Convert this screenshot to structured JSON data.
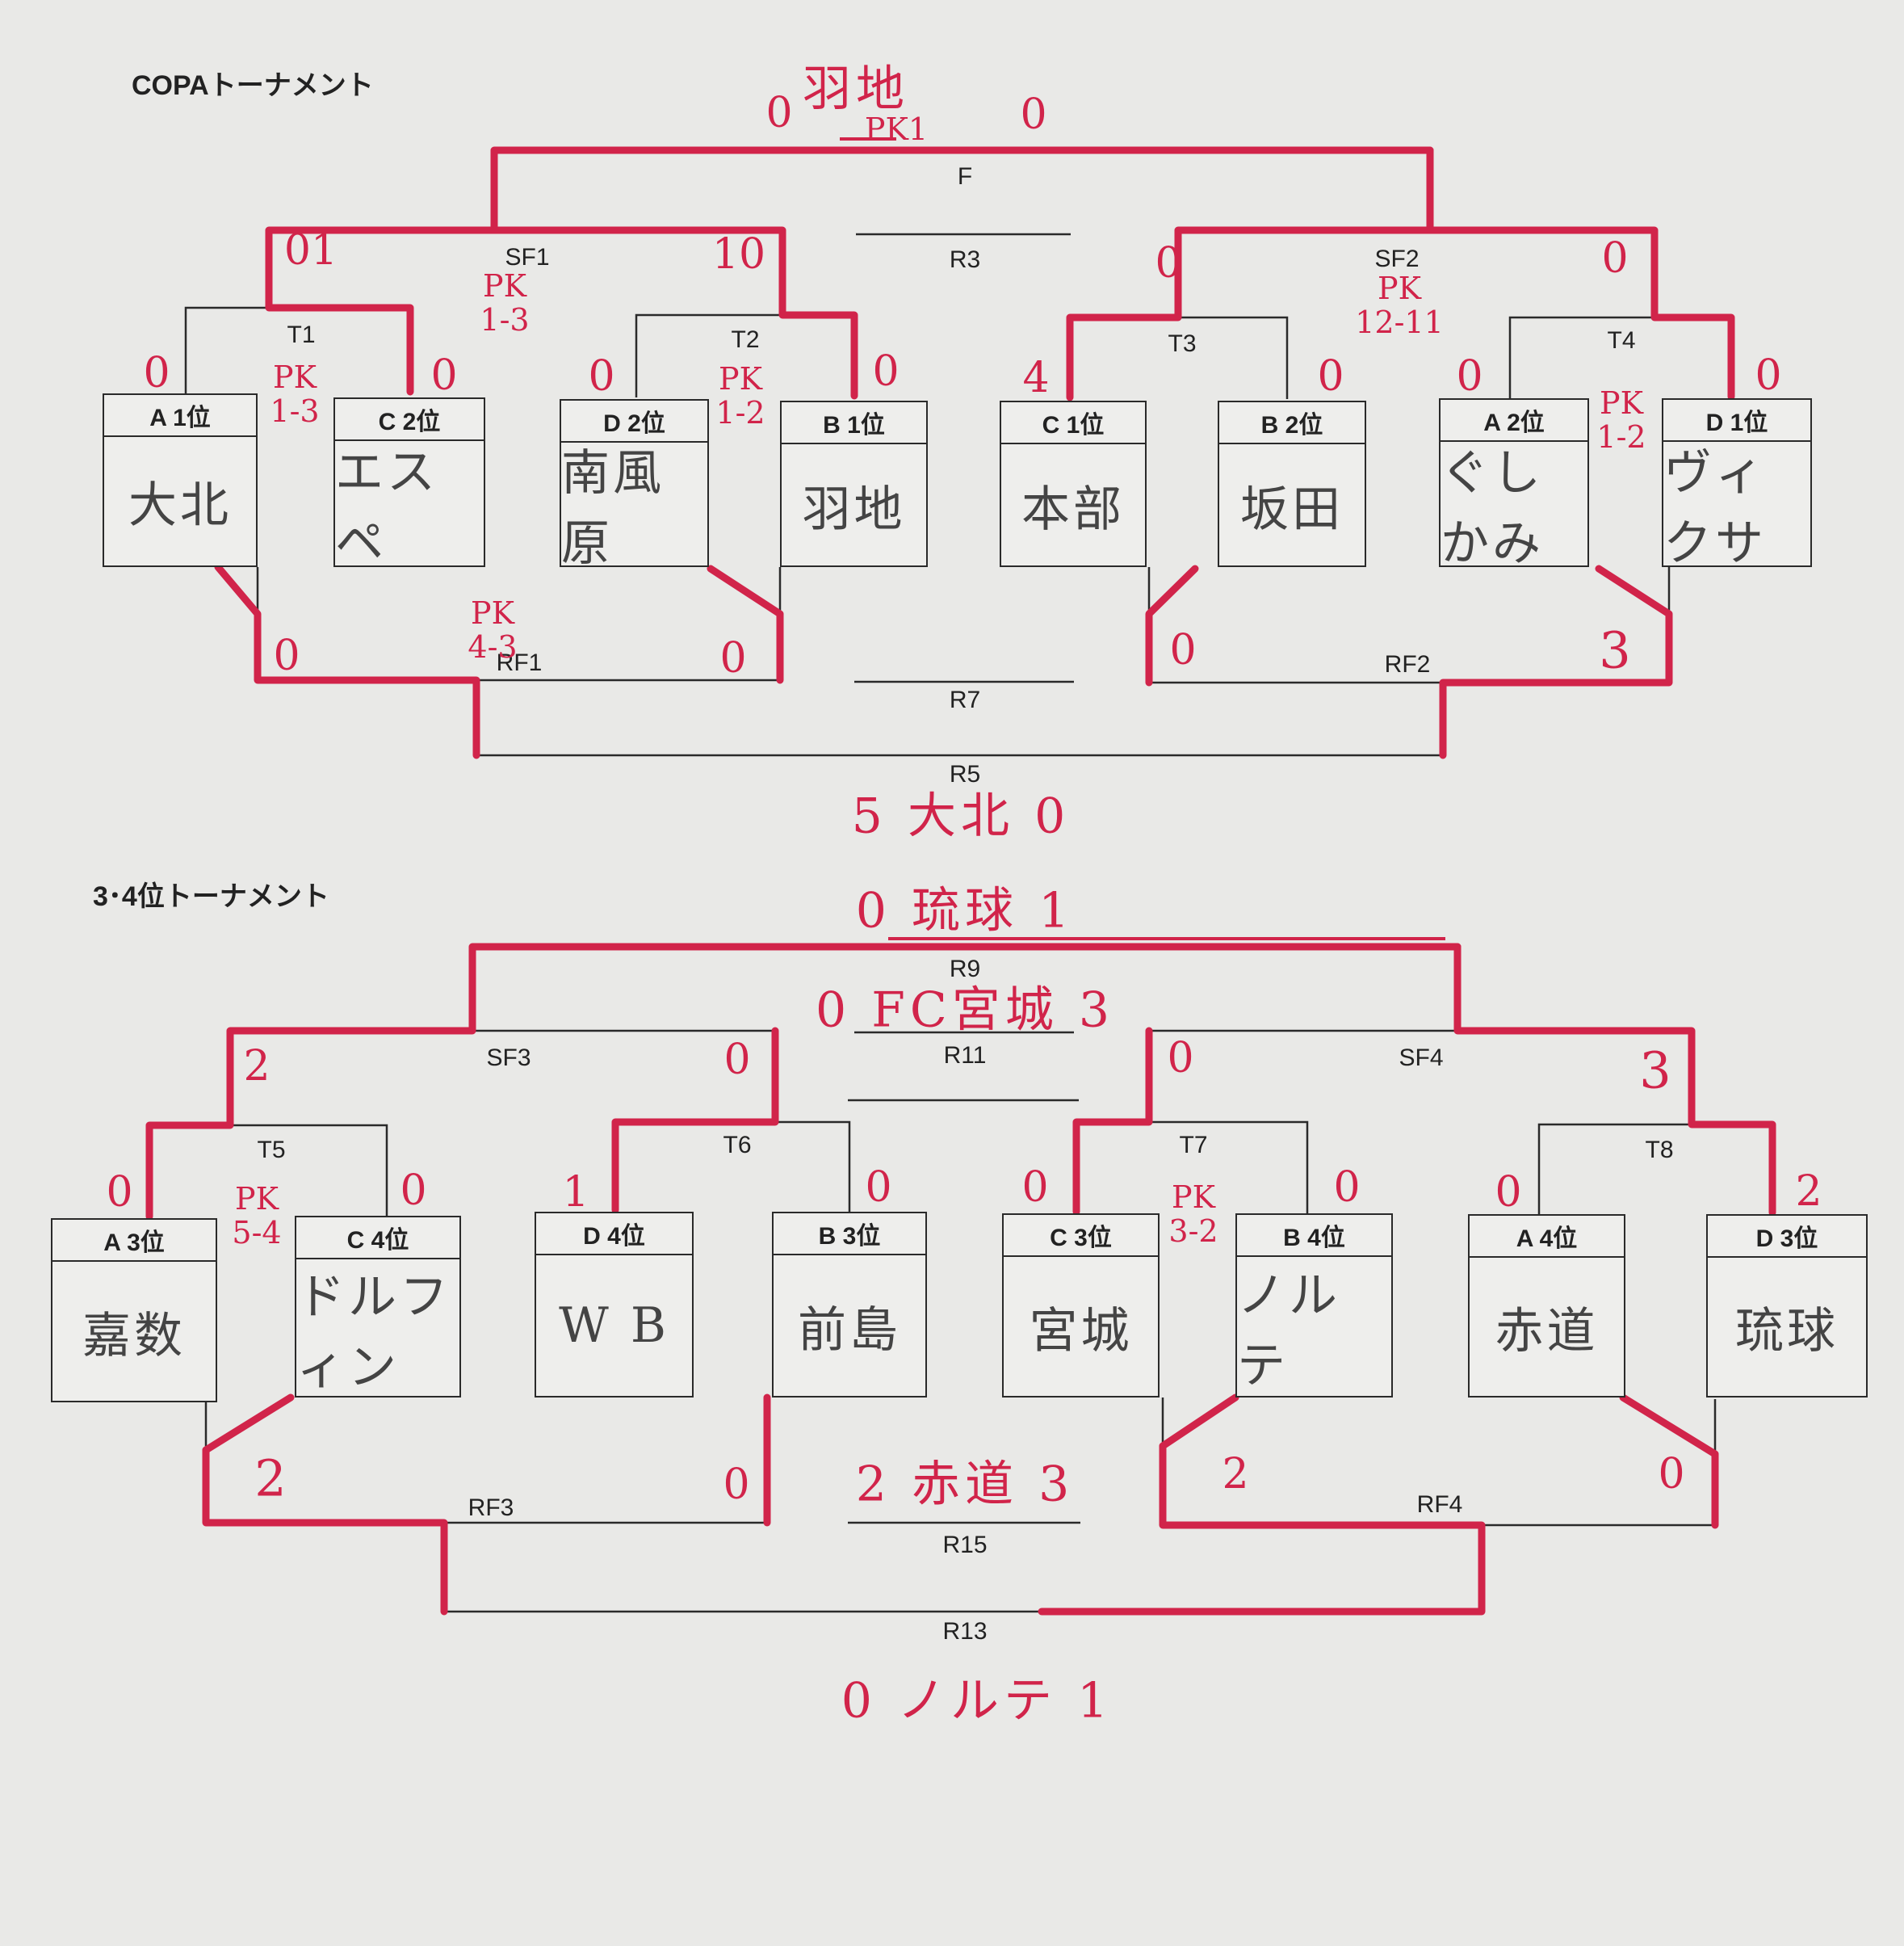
{
  "colors": {
    "paper": "#e9e9e7",
    "ink": "#2a2a2a",
    "marker": "#d1244a"
  },
  "copa": {
    "title": "COPAトーナメント",
    "boxes": [
      {
        "seed": "A 1位",
        "team": "大北"
      },
      {
        "seed": "C 2位",
        "team": "エスペ"
      },
      {
        "seed": "D 2位",
        "team": "南風原"
      },
      {
        "seed": "B 1位",
        "team": "羽地"
      },
      {
        "seed": "C 1位",
        "team": "本部"
      },
      {
        "seed": "B 2位",
        "team": "坂田"
      },
      {
        "seed": "A 2位",
        "team": "ぐしかみ"
      },
      {
        "seed": "D 1位",
        "team": "ヴィクサ"
      }
    ],
    "labels": {
      "F": "F",
      "SF1": "SF1",
      "SF2": "SF2",
      "R3": "R3",
      "T1": "T1",
      "T2": "T2",
      "T3": "T3",
      "T4": "T4",
      "RF1": "RF1",
      "RF2": "RF2",
      "R7": "R7",
      "R5": "R5"
    },
    "scores": {
      "t1_left": "0",
      "t1_right": "0",
      "t1_pk": "PK\n1-3",
      "t2_left": "0",
      "t2_right": "0",
      "t2_pk": "PK\n1-2",
      "t3_left": "4",
      "t3_right": "0",
      "t4_left": "0",
      "t4_right": "0",
      "t4_pk": "PK\n1-2",
      "sf1_left": "01",
      "sf1_right": "10",
      "sf1_pk": "PK\n1-3",
      "sf2_left": "0",
      "sf2_right": "0",
      "sf2_pk": "PK\n12-11",
      "f_left": "0",
      "f_right": "0",
      "f_winner": "羽地",
      "f_pk": "PK1",
      "rf1_left": "0",
      "rf1_right": "0",
      "rf1_pk": "PK\n4-3",
      "rf2_left": "0",
      "rf2_right": "3",
      "r5_result": "5 大北 0"
    }
  },
  "third": {
    "title": "3･4位トーナメント",
    "boxes": [
      {
        "seed": "A 3位",
        "team": "嘉数"
      },
      {
        "seed": "C 4位",
        "team": "ドルフィン"
      },
      {
        "seed": "D 4位",
        "team": "W B"
      },
      {
        "seed": "B 3位",
        "team": "前島"
      },
      {
        "seed": "C 3位",
        "team": "宮城"
      },
      {
        "seed": "B 4位",
        "team": "ノルテ"
      },
      {
        "seed": "A 4位",
        "team": "赤道"
      },
      {
        "seed": "D 3位",
        "team": "琉球"
      }
    ],
    "labels": {
      "R9": "R9",
      "R11": "R11",
      "SF3": "SF3",
      "SF4": "SF4",
      "T5": "T5",
      "T6": "T6",
      "T7": "T7",
      "T8": "T8",
      "RF3": "RF3",
      "RF4": "RF4",
      "R15": "R15",
      "R13": "R13"
    },
    "scores": {
      "t5_left": "0",
      "t5_right": "0",
      "t5_pk": "PK\n5-4",
      "t6_left": "1",
      "t6_right": "0",
      "t7_left": "0",
      "t7_right": "0",
      "t7_pk": "PK\n3-2",
      "t8_left": "0",
      "t8_right": "2",
      "sf3_left": "2",
      "sf3_right": "0",
      "sf4_left": "0",
      "sf4_right": "3",
      "r9_result": "0 琉球 1",
      "r11_result": "0 FC宮城 3",
      "rf3_left": "2",
      "rf3_right": "0",
      "rf4_left": "2",
      "rf4_right": "0",
      "r15_result": "2 赤道 3",
      "r13_result": "0 ノルテ 1"
    }
  }
}
